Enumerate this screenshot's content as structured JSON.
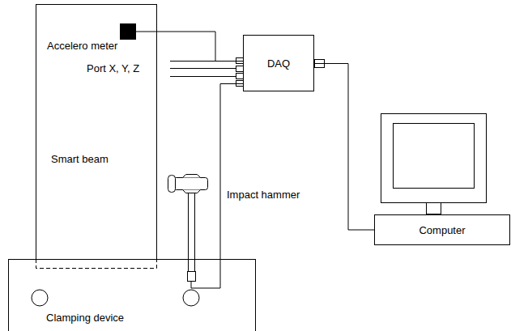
{
  "diagram": {
    "nodes": [
      {
        "text": [
          "Smart beam"
        ]
      },
      {
        "text": [
          "Accelero meter"
        ],
        "in": 0
      },
      {
        "text": [
          "Impact hammer"
        ]
      },
      {
        "text": [
          "DAQ"
        ]
      },
      {
        "text": [
          "Computer"
        ]
      },
      {
        "text": [
          "Clamping device"
        ]
      }
    ],
    "edges": [
      {
        "from": 1,
        "to": 3,
        "arrow": "none"
      },
      {
        "from": 2,
        "to": 3,
        "arrow": "none"
      },
      {
        "from": 3,
        "to": 4,
        "arrow": "none"
      }
    ],
    "labels": [
      "Port X, Y, Z"
    ]
  }
}
